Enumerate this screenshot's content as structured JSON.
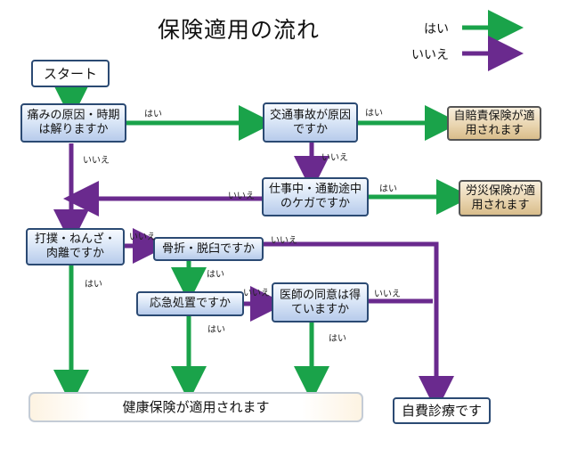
{
  "title": "保険適用の流れ",
  "legend": {
    "yes": "はい",
    "no": "いいえ",
    "yes_color": "#1aa34a",
    "no_color": "#6a2a8e"
  },
  "nodes": {
    "start": "スタート",
    "cause_time": "痛みの原因・時期は解りますか",
    "traffic": "交通事故が原因ですか",
    "jibaiseki": "自賠責保険が適用されます",
    "work": "仕事中・通勤途中のケガですか",
    "rosai": "労災保険が適用されます",
    "bruise": "打撲・ねんざ・肉離ですか",
    "fracture": "骨折・脱臼ですか",
    "emergency": "応急処置ですか",
    "doctor": "医師の同意は得ていますか",
    "health": "健康保険が適用されます",
    "self_pay": "自費診療です"
  },
  "labels": {
    "yes": "はい",
    "no": "いいえ"
  }
}
